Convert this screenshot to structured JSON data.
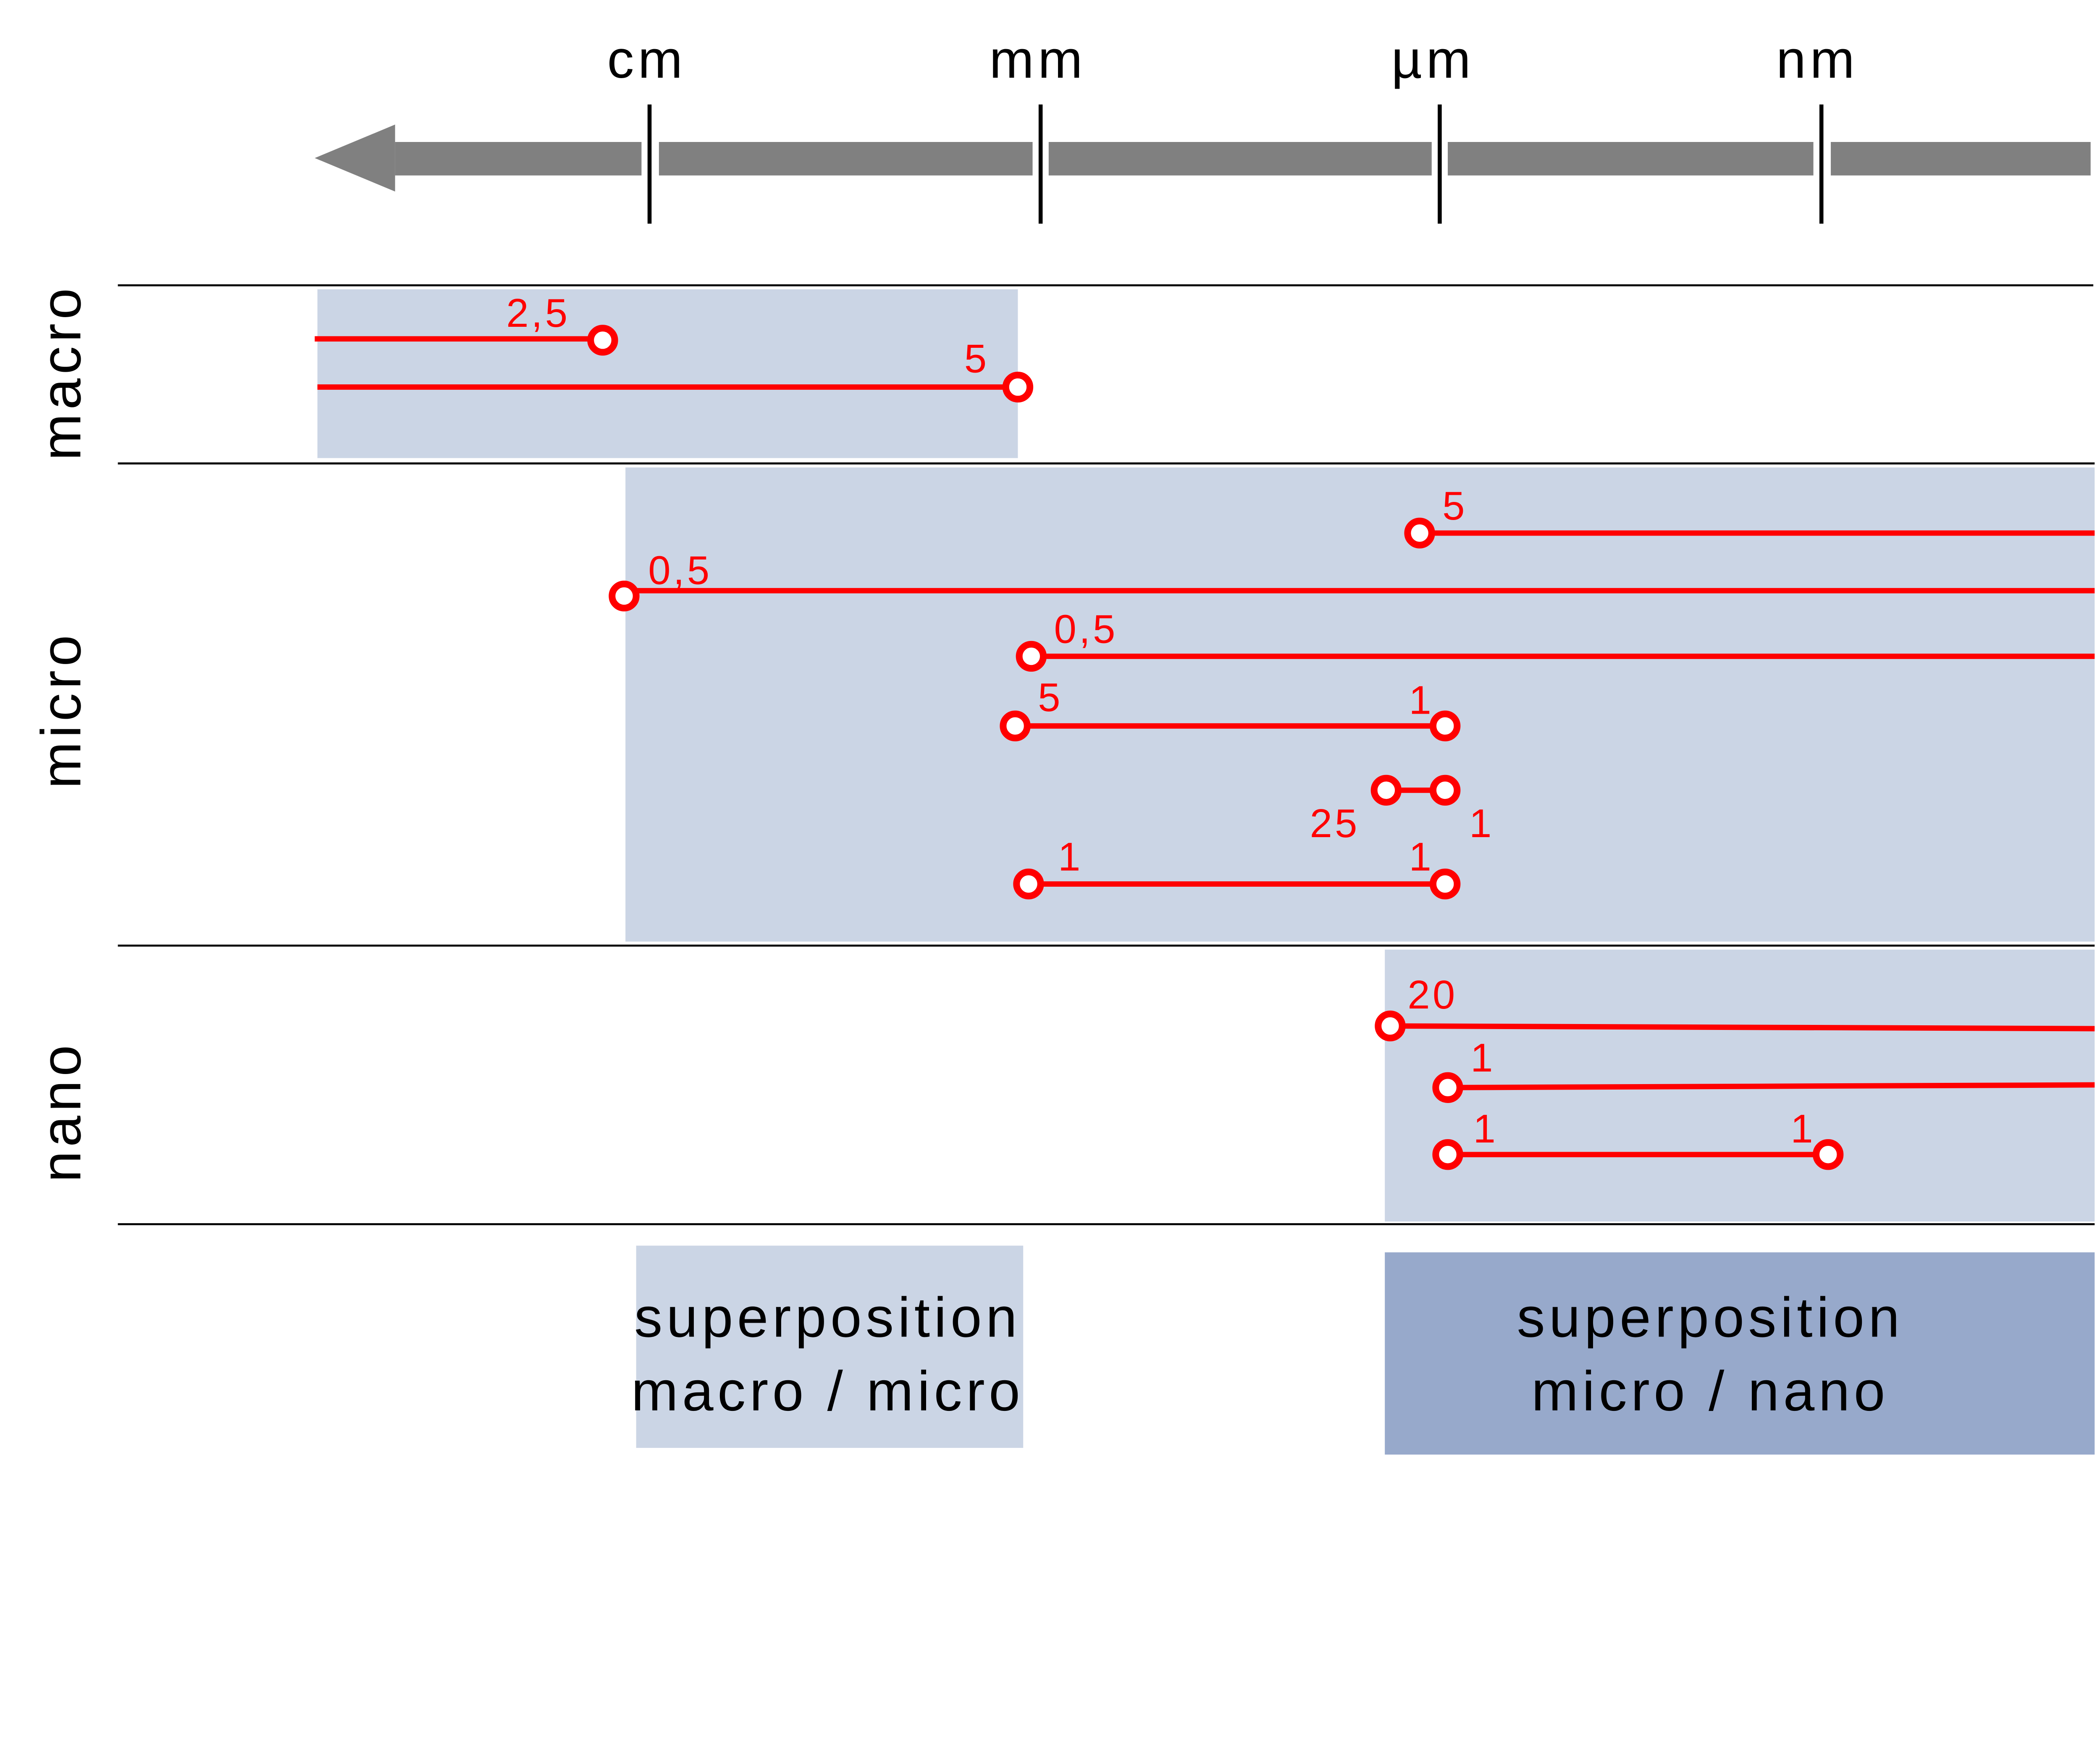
{
  "colors": {
    "arrow": "#808080",
    "band": "#cbd5e5",
    "band_dark": "#97a9cb",
    "marker": "#ff0000"
  },
  "scale": {
    "direction": "left",
    "units": [
      "cm",
      "mm",
      "µm",
      "nm"
    ]
  },
  "rows": [
    "macro",
    "micro",
    "nano"
  ],
  "segments": {
    "macro": [
      {
        "labels": [
          "2,5"
        ]
      },
      {
        "labels": [
          "5"
        ]
      }
    ],
    "micro": [
      {
        "labels": [
          "5"
        ]
      },
      {
        "labels": [
          "0,5"
        ]
      },
      {
        "labels": [
          "0,5"
        ]
      },
      {
        "labels": [
          "5",
          "1"
        ]
      },
      {
        "labels": [
          "25",
          "1"
        ]
      },
      {
        "labels": [
          "1",
          "1"
        ]
      }
    ],
    "nano": [
      {
        "labels": [
          "20"
        ]
      },
      {
        "labels": [
          "1"
        ]
      },
      {
        "labels": [
          "1",
          "1"
        ]
      }
    ]
  },
  "superposition": [
    {
      "line1": "superposition",
      "line2": "macro / micro"
    },
    {
      "line1": "superposition",
      "line2": "micro / nano"
    }
  ]
}
